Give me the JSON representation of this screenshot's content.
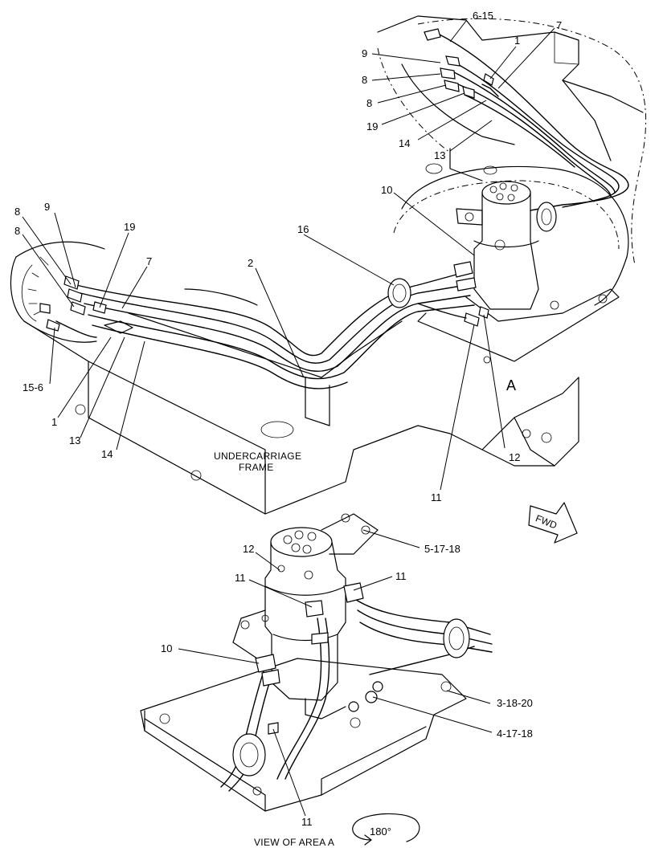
{
  "callouts": {
    "c_6_15": "6-15",
    "c_7_top": "7",
    "c_1_top": "1",
    "c_9_top": "9",
    "c_8_top_a": "8",
    "c_8_top_b": "8",
    "c_19_top": "19",
    "c_14_top": "14",
    "c_13_top": "13",
    "c_10_mid": "10",
    "c_9_left": "9",
    "c_8_left_a": "8",
    "c_8_left_b": "8",
    "c_19_left": "19",
    "c_7_left": "7",
    "c_16": "16",
    "c_2": "2",
    "c_15_6": "15-6",
    "c_1_left": "1",
    "c_13_left": "13",
    "c_14_left": "14",
    "c_12_mid": "12",
    "c_11_mid": "11",
    "c_a": "A",
    "c_5_17_18": "5-17-18",
    "c_12_low": "12",
    "c_11_low_l": "11",
    "c_11_low_r": "11",
    "c_10_low": "10",
    "c_3_18_20": "3-18-20",
    "c_4_17_18": "4-17-18",
    "c_11_bottom": "11"
  },
  "captions": {
    "frame_line1": "UNDERCARRIAGE",
    "frame_line2": "FRAME",
    "fwd": "FWD",
    "view_of_area": "VIEW OF AREA A",
    "rotation": "180°"
  }
}
